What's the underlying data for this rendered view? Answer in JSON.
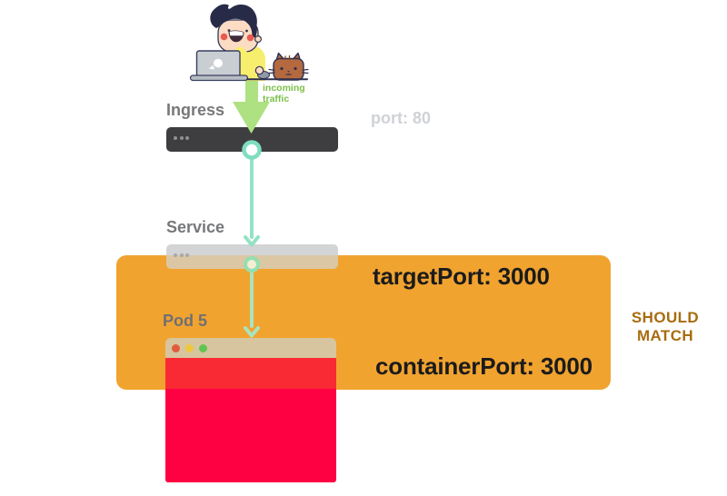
{
  "diagram": {
    "title_hint": "kubernetes ingress-service-pod port matching diagram",
    "background_color": "#ffffff"
  },
  "incoming_traffic": {
    "line1": "incoming",
    "line2": "traffic",
    "text_color": "#7cbf49",
    "arrow_color": "#ade181",
    "arrow_icon": "incoming-traffic-arrow"
  },
  "ingress": {
    "label": "Ingress",
    "port_text": "port: 80",
    "bar_color": "#3e3e41",
    "port_text_color": "#cfd2d6"
  },
  "service": {
    "label": "Service",
    "bar_color_top": "#d3d4d5",
    "bar_color_over_highlight": "#dbc7a3"
  },
  "pod": {
    "label": "Pod 5",
    "titlebar_color": "#d7c59f",
    "traffic_light_colors": [
      "#df5c3d",
      "#eec73f",
      "#62c553"
    ],
    "body_color_over_highlight": "#fa2a35",
    "body_color": "#fe0143"
  },
  "highlight": {
    "target_port_text": "targetPort: 3000",
    "container_port_text": "containerPort: 3000",
    "should_match_line1": "SHOULD",
    "should_match_line2": "MATCH",
    "box_color": "#f1a32f",
    "port_text_color": "#1b1b1c",
    "match_text_color": "#a86c10"
  },
  "connectors": {
    "color": "#8ce0c0",
    "ingress_node_fill": "#ffffff",
    "service_node_fill": "#f6eed2"
  },
  "labels_color": "#77787a",
  "illustration_icons": {
    "person": "person-at-laptop-illustration",
    "laptop": "laptop-icon",
    "mouse": "mouse-icon",
    "cat": "cat-icon",
    "desk": "desk-line"
  }
}
